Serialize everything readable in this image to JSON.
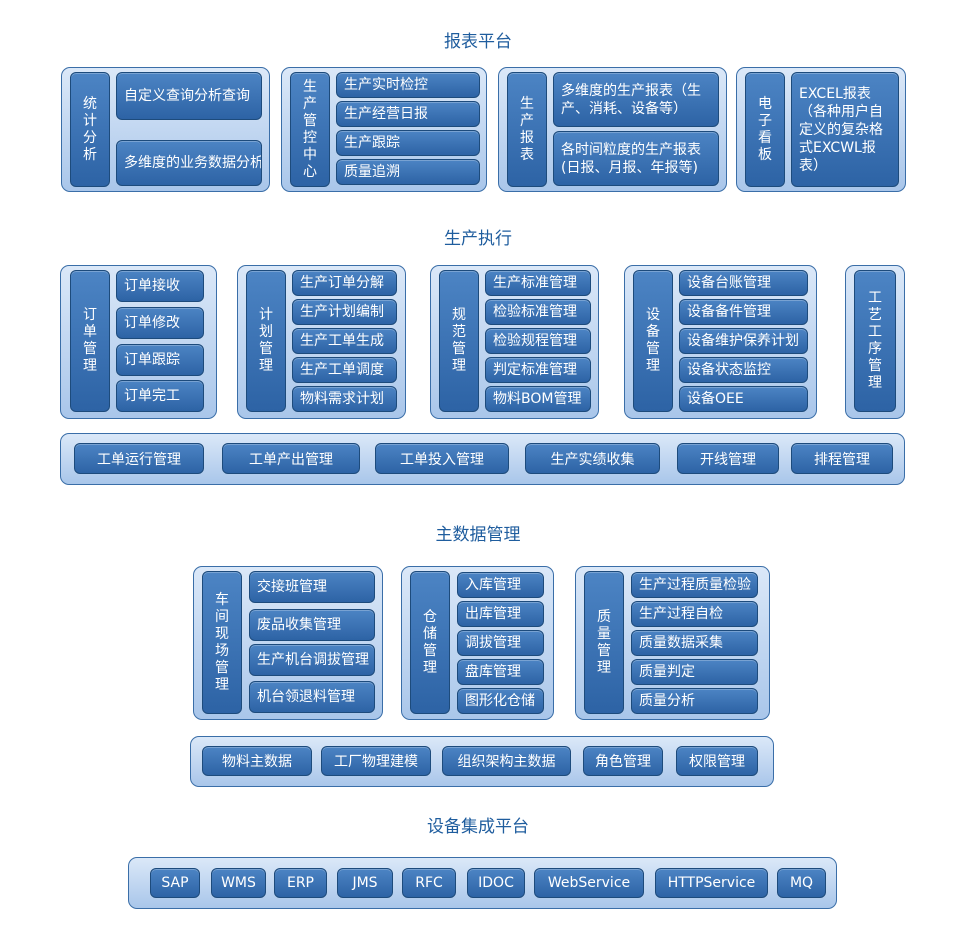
{
  "sections": {
    "reports": "报表平台",
    "execution": "生产执行",
    "master": "主数据管理",
    "integration": "设备集成平台"
  },
  "report_groups": [
    {
      "label": "统计分析",
      "items": [
        "自定义查询分析查询",
        "多维度的业务数据分析"
      ]
    },
    {
      "label": "生产管控中心",
      "items": [
        "生产实时检控",
        "生产经营日报",
        "生产跟踪",
        "质量追溯"
      ]
    },
    {
      "label": "生产报表",
      "items": [
        "多维度的生产报表（生产、消耗、设备等）",
        "各时间粒度的生产报表(日报、月报、年报等)"
      ]
    },
    {
      "label": "电子看板",
      "items": [
        "EXCEL报表（各种用户自定义的复杂格式EXCWL报表）"
      ]
    }
  ],
  "execution_groups": [
    {
      "label": "订单管理",
      "items": [
        "订单接收",
        "订单修改",
        "订单跟踪",
        "订单完工"
      ]
    },
    {
      "label": "计划管理",
      "items": [
        "生产订单分解",
        "生产计划编制",
        "生产工单生成",
        "生产工单调度",
        "物料需求计划"
      ]
    },
    {
      "label": "规范管理",
      "items": [
        "生产标准管理",
        "检验标准管理",
        "检验规程管理",
        "判定标准管理",
        "物料BOM管理"
      ]
    },
    {
      "label": "设备管理",
      "items": [
        "设备台账管理",
        "设备备件管理",
        "设备维护保养计划",
        "设备状态监控",
        "设备OEE"
      ]
    },
    {
      "label": "工艺工序管理",
      "items": []
    }
  ],
  "execution_bar": [
    "工单运行管理",
    "工单产出管理",
    "工单投入管理",
    "生产实绩收集",
    "开线管理",
    "排程管理"
  ],
  "master_groups": [
    {
      "label": "车间现场管理",
      "items": [
        "交接班管理",
        "废品收集管理",
        "生产机台调拔管理",
        "机台领退料管理"
      ]
    },
    {
      "label": "仓储管理",
      "items": [
        "入库管理",
        "出库管理",
        "调拔管理",
        "盘库管理",
        "图形化仓储"
      ]
    },
    {
      "label": "质量管理",
      "items": [
        "生产过程质量检验",
        "生产过程自检",
        "质量数据采集",
        "质量判定",
        "质量分析"
      ]
    }
  ],
  "master_bar": [
    "物料主数据",
    "工厂物理建模",
    "组织架构主数据",
    "角色管理",
    "权限管理"
  ],
  "integration_bar": [
    "SAP",
    "WMS",
    "ERP",
    "JMS",
    "RFC",
    "IDOC",
    "WebService",
    "HTTPService",
    "MQ"
  ]
}
